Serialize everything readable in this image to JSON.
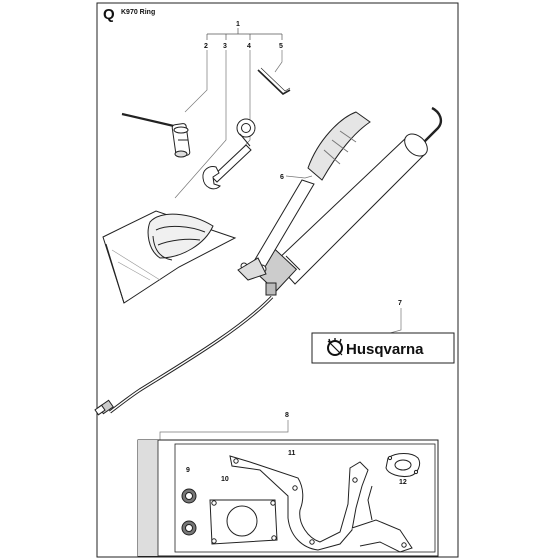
{
  "page": {
    "section_letter": "Q",
    "section_title": "K970 Ring"
  },
  "brand": {
    "name": "Husqvarna",
    "color": "#111111"
  },
  "callouts": {
    "c1": "1",
    "c2": "2",
    "c3": "3",
    "c4": "4",
    "c5": "5",
    "c6": "6",
    "c7": "7",
    "c8": "8",
    "c9": "9",
    "c10": "10",
    "c11": "11",
    "c12": "12"
  },
  "colors": {
    "line": "#222222",
    "leader": "#555555",
    "shade": "#bbbbbb",
    "background": "#ffffff"
  }
}
